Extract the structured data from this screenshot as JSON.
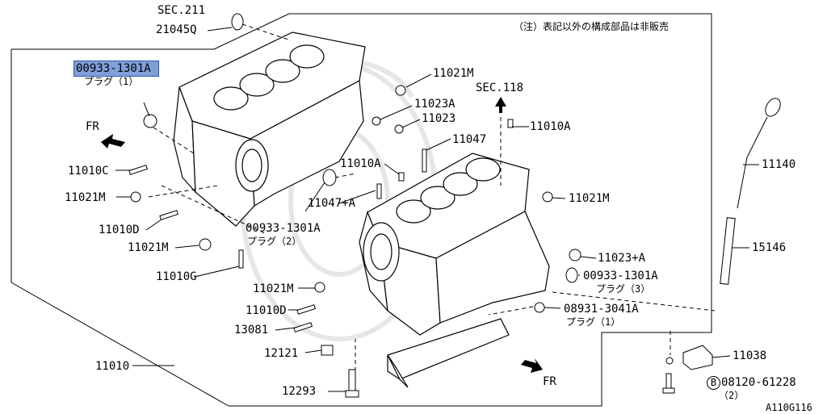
{
  "diagram_code": "A110G116",
  "note": "（注）表記以外の構成部品は非販売",
  "sec_refs": {
    "sec211": "SEC.211",
    "sec118": "SEC.118"
  },
  "fr_labels": [
    "FR",
    "FR"
  ],
  "parts": {
    "p_21045q": "21045Q",
    "p_00933_top": "00933-1301A",
    "p_00933_top_sub": "プラグ（1）",
    "p_11021m_a": "11021M",
    "p_11023a": "11023A",
    "p_11023": "11023",
    "p_11010a_right": "11010A",
    "p_11047": "11047",
    "p_11010a_mid": "11010A",
    "p_11010c": "11010C",
    "p_11021m_b": "11021M",
    "p_11047a": "11047+A",
    "p_00933_mid": "00933-1301A",
    "p_00933_mid_sub": "プラグ（2）",
    "p_11010d_a": "11010D",
    "p_11021m_c": "11021M",
    "p_11010g": "11010G",
    "p_11021m_d": "11021M",
    "p_11021m_e": "11021M",
    "p_11140": "11140",
    "p_15146": "15146",
    "p_11023a_r": "11023+A",
    "p_00933_right": "00933-1301A",
    "p_00933_right_sub": "プラグ（3）",
    "p_08931": "08931-3041A",
    "p_08931_sub": "プラグ（1）",
    "p_11010d_b": "11010D",
    "p_13081": "13081",
    "p_12121": "12121",
    "p_11010": "11010",
    "p_12293": "12293",
    "p_11038": "11038",
    "p_08120_mark": "B",
    "p_08120": "08120-61228",
    "p_08120_sub": "（2）"
  }
}
